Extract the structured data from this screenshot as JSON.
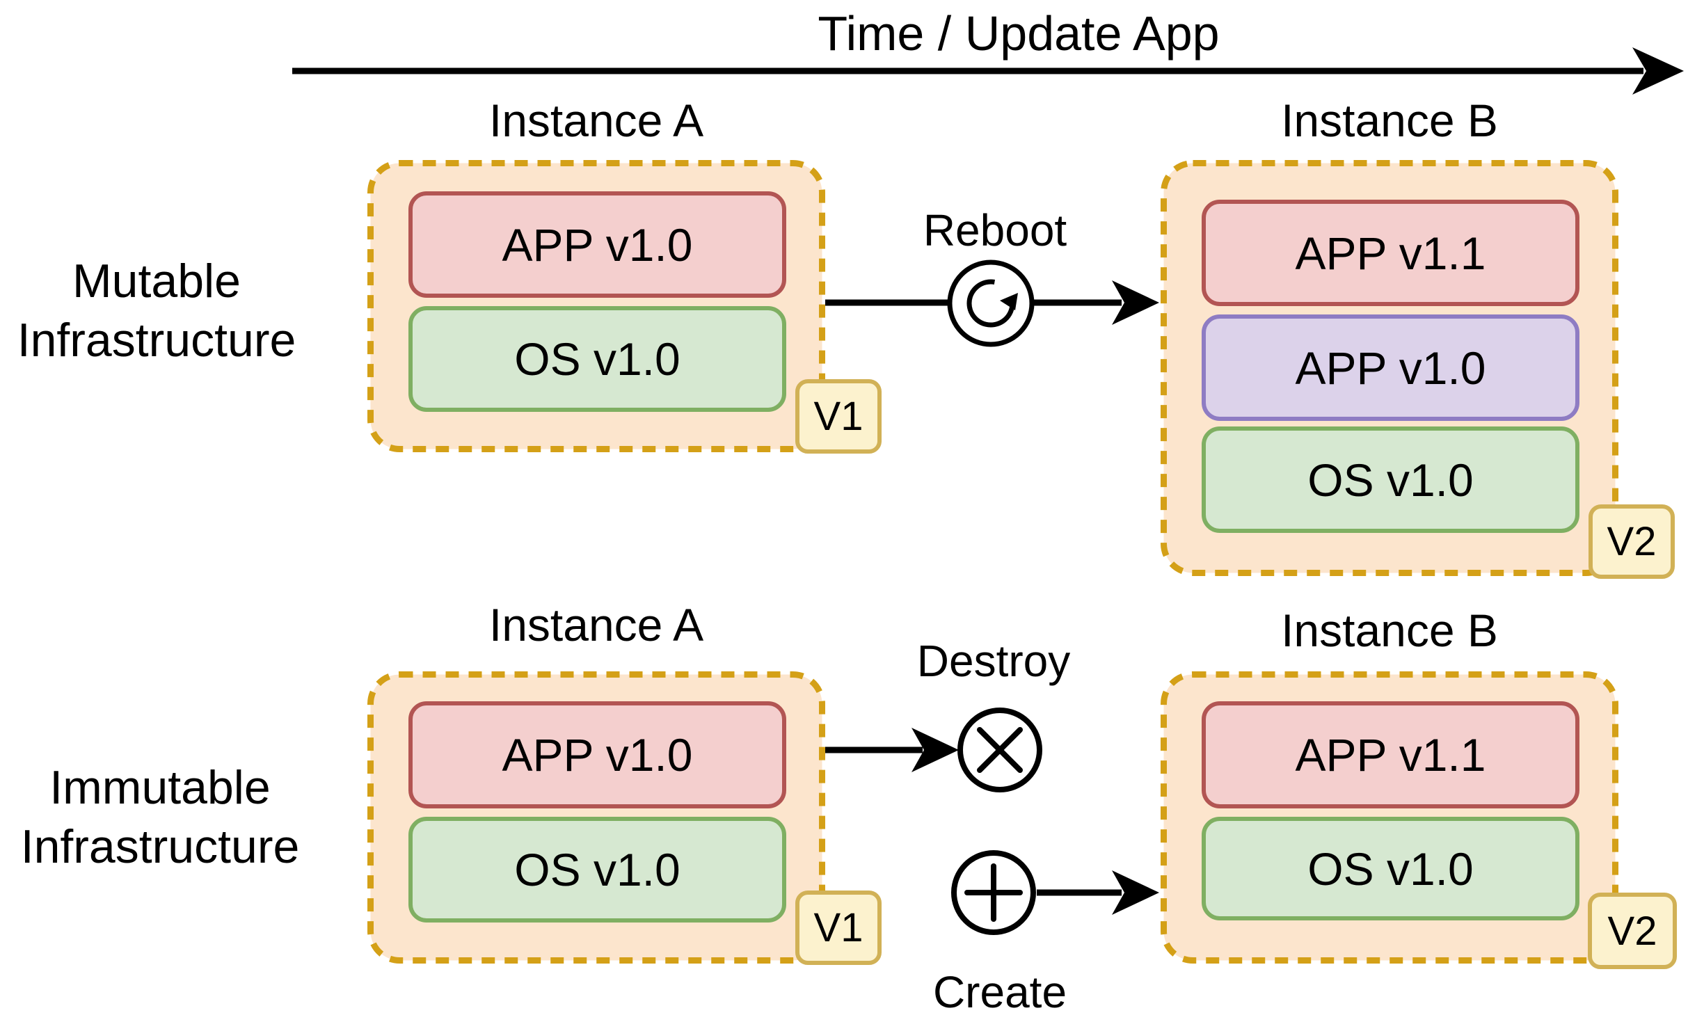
{
  "timeline": {
    "label": "Time / Update App"
  },
  "rows": {
    "mutable": {
      "label_line1": "Mutable",
      "label_line2": "Infrastructure",
      "instance_a": {
        "title": "Instance A",
        "badge": "V1",
        "boxes": {
          "app": "APP v1.0",
          "os": "OS v1.0"
        }
      },
      "transition": {
        "label": "Reboot",
        "icon": "reboot-cycle-icon"
      },
      "instance_b": {
        "title": "Instance B",
        "badge": "V2",
        "boxes": {
          "app_new": "APP v1.1",
          "app_old": "APP v1.0",
          "os": "OS v1.0"
        }
      }
    },
    "immutable": {
      "label_line1": "Immutable",
      "label_line2": "Infrastructure",
      "instance_a": {
        "title": "Instance A",
        "badge": "V1",
        "boxes": {
          "app": "APP v1.0",
          "os": "OS v1.0"
        }
      },
      "transitions": {
        "destroy_label": "Destroy",
        "destroy_icon": "circled-x-icon",
        "create_label": "Create",
        "create_icon": "circled-plus-icon"
      },
      "instance_b": {
        "title": "Instance B",
        "badge": "V2",
        "boxes": {
          "app": "APP v1.1",
          "os": "OS v1.0"
        }
      }
    }
  },
  "colors": {
    "container_fill": "#FCE5CD",
    "container_border": "#D4A017",
    "app_red_fill": "#F4CFCE",
    "app_red_border": "#B25553",
    "os_green_fill": "#D6E8D1",
    "os_green_border": "#7FAF62",
    "app_purple_fill": "#DCD2EA",
    "app_purple_border": "#8E7CC3",
    "badge_fill": "#FCF2CE",
    "badge_border": "#D1B156",
    "arrow": "#000000"
  }
}
